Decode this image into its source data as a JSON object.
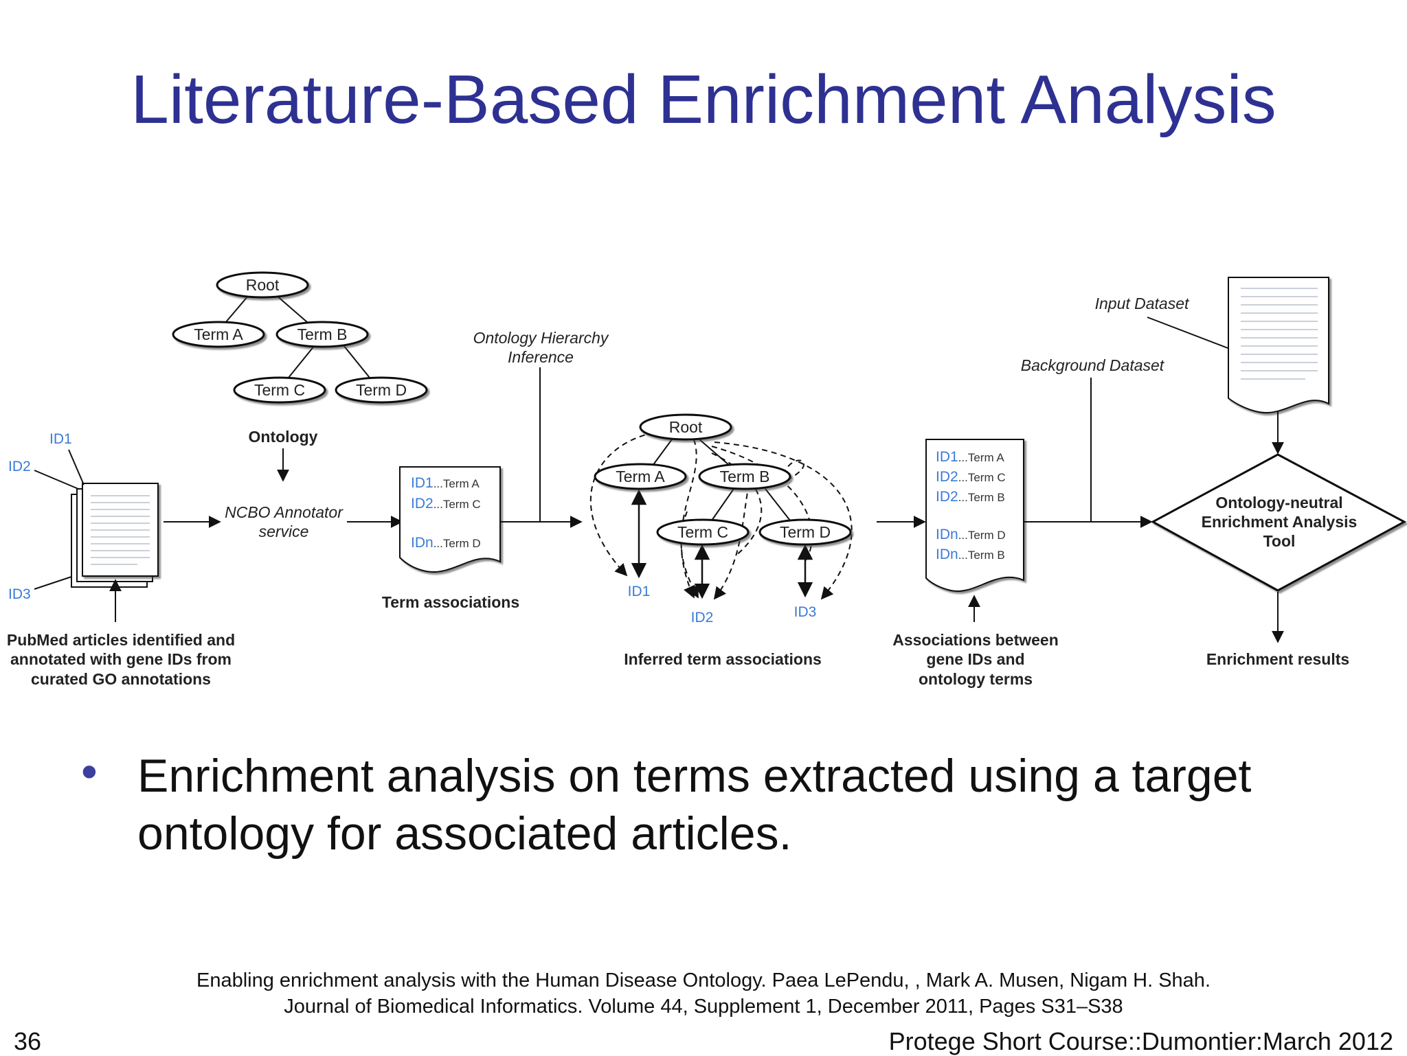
{
  "slide": {
    "title": "Literature-Based Enrichment Analysis",
    "bullet": "Enrichment analysis on terms extracted using a target ontology for associated articles.",
    "citation_line1": "Enabling enrichment analysis with the Human Disease Ontology. Paea LePendu, , Mark A. Musen, Nigam H. Shah.",
    "citation_line2": "Journal of Biomedical Informatics. Volume 44, Supplement 1, December 2011, Pages S31–S38",
    "slide_number": "36",
    "footer": "Protege Short Course::Dumontier:March 2012"
  },
  "diagram": {
    "ontology_tree": {
      "root": "Root",
      "term_a": "Term A",
      "term_b": "Term B",
      "term_c": "Term C",
      "term_d": "Term D",
      "caption": "Ontology"
    },
    "articles": {
      "id1": "ID1",
      "id2": "ID2",
      "id3": "ID3",
      "caption_line1": "PubMed articles identified and",
      "caption_line2": "annotated with gene IDs from",
      "caption_line3": "curated GO annotations"
    },
    "annotator": {
      "line1": "NCBO Annotator",
      "line2": "service"
    },
    "term_associations": {
      "rows": [
        {
          "id": "ID1",
          "term": "...Term A"
        },
        {
          "id": "ID2",
          "term": "...Term C"
        },
        {
          "id": "IDn",
          "term": "...Term D"
        }
      ],
      "caption": "Term associations"
    },
    "hierarchy_inference": {
      "line1": "Ontology Hierarchy",
      "line2": "Inference"
    },
    "inferred_tree": {
      "root": "Root",
      "term_a": "Term A",
      "term_b": "Term B",
      "term_c": "Term C",
      "term_d": "Term D",
      "id1": "ID1",
      "id2": "ID2",
      "id3": "ID3",
      "caption": "Inferred term associations"
    },
    "gene_associations": {
      "rows": [
        {
          "id": "ID1",
          "term": "...Term A"
        },
        {
          "id": "ID2",
          "term": "...Term C"
        },
        {
          "id": "ID2",
          "term": "...Term B"
        },
        {
          "id": "IDn",
          "term": "...Term D"
        },
        {
          "id": "IDn",
          "term": "...Term B"
        }
      ],
      "caption_line1": "Associations between",
      "caption_line2": "gene IDs and",
      "caption_line3": "ontology terms"
    },
    "background_dataset": "Background Dataset",
    "input_dataset": "Input Dataset",
    "tool": {
      "line1": "Ontology-neutral",
      "line2": "Enrichment Analysis",
      "line3": "Tool"
    },
    "results": "Enrichment results"
  }
}
